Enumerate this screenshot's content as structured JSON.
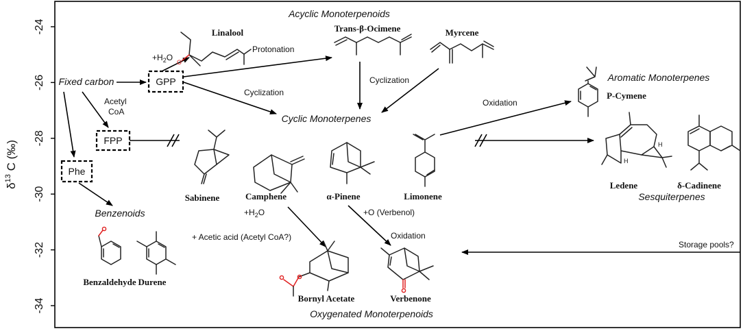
{
  "axis": {
    "ylabel": "δ13 C (‰)",
    "ylabel_main": "δ",
    "ylabel_sup": "13",
    "ylabel_rest": " C (‰)",
    "ticks": [
      "-24",
      "-26",
      "-28",
      "-30",
      "-32",
      "-34"
    ],
    "ylim": [
      -35,
      -23
    ]
  },
  "groups": {
    "acyclic": "Acyclic Monoterpenoids",
    "cyclic": "Cyclic Monoterpenes",
    "aromatic": "Aromatic Monoterpenes",
    "sesqui": "Sesquiterpenes",
    "benzenoids": "Benzenoids",
    "oxygenated": "Oxygenated Monoterpenoids"
  },
  "nodes": {
    "fixed_carbon": "Fixed carbon",
    "gpp": "GPP",
    "fpp": "FPP",
    "phe": "Phe"
  },
  "process_labels": {
    "h2o": "+H",
    "h2o_sub": "2",
    "h2o_o": "O",
    "acetyl": "Acetyl",
    "coa": "CoA",
    "protonation": "Protonation",
    "cyclization1": "Cyclization",
    "cyclization2": "Cyclization",
    "oxidation1": "Oxidation",
    "oxidation2": "Oxidation",
    "h2o_2": "+H",
    "h2o_2_sub": "2",
    "h2o_2_o": "O",
    "acetic": "+ Acetic acid (Acetyl CoA?)",
    "verbenol": "+O (Verbenol)",
    "storage": "Storage pools?"
  },
  "molecules": {
    "linalool": "Linalool",
    "ocimene": "Trans-β-Ocimene",
    "myrcene": "Myrcene",
    "pcymene": "P-Cymene",
    "sabinene": "Sabinene",
    "camphene": "Camphene",
    "apinene": "α-Pinene",
    "limonene": "Limonene",
    "ledene": "Ledene",
    "cadinene": "δ-Cadinene",
    "benzaldehyde": "Benzaldehyde",
    "durene": "Durene",
    "bornyl": "Bornyl Acetate",
    "verbenone": "Verbenone"
  },
  "atoms": {
    "o": "O",
    "h": "H"
  },
  "colors": {
    "heteroatom": "#e02020",
    "line": "#000000"
  }
}
